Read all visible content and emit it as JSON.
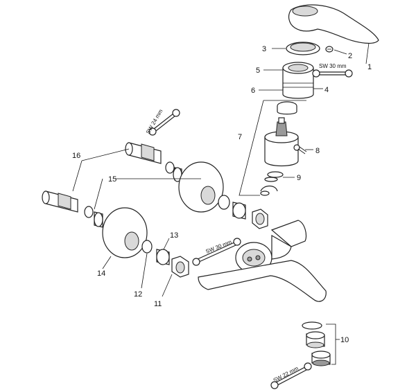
{
  "callouts": {
    "c1": "1",
    "c2": "2",
    "c3": "3",
    "c4": "4",
    "c5": "5",
    "c6": "6",
    "c7": "7",
    "c8": "8",
    "c9": "9",
    "c10": "10",
    "c11": "11",
    "c12": "12",
    "c13": "13",
    "c14": "14",
    "c15": "15",
    "c16": "16"
  },
  "wrench_labels": {
    "sw30_top": "SW 30 mm",
    "sw24": "SW 24 mm",
    "sw30_mid": "SW 30 mm",
    "sw22": "SW 22 mm"
  }
}
